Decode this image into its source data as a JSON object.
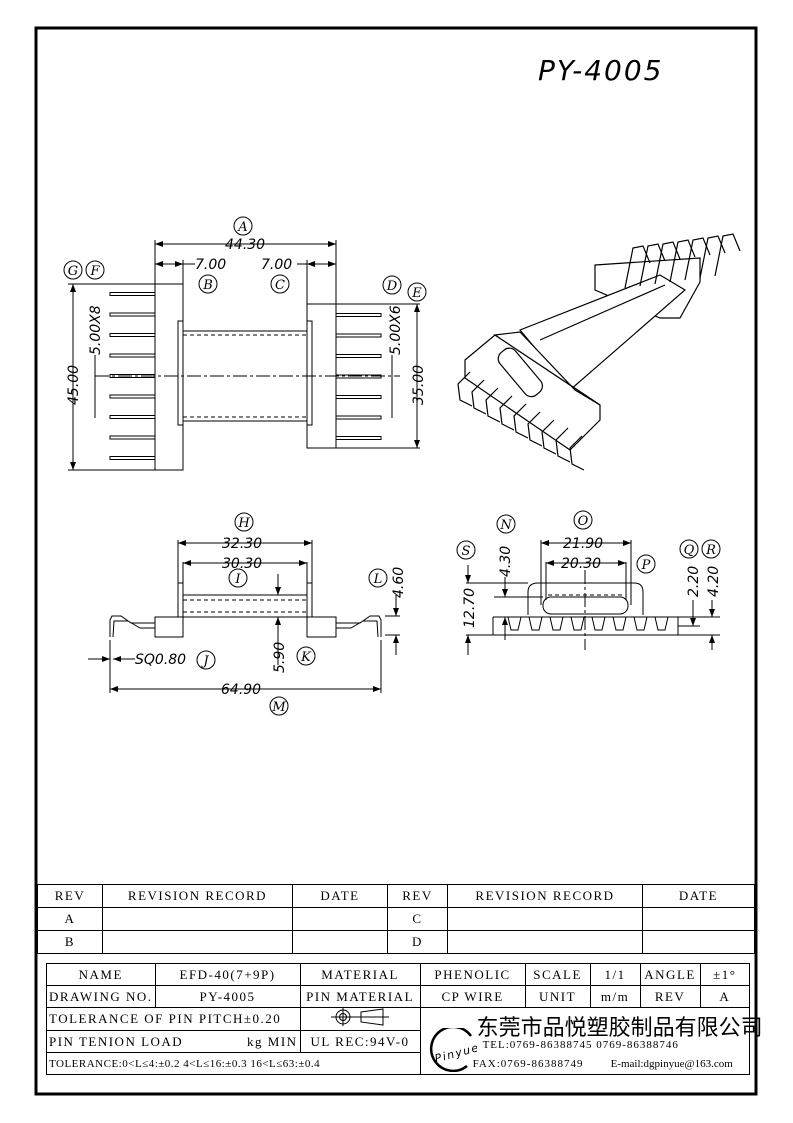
{
  "drawing_title": "PY-4005",
  "top_view": {
    "A": "A",
    "dim_A": "44.30",
    "B": "B",
    "dim_B": "7.00",
    "C": "C",
    "dim_C": "7.00",
    "D": "D",
    "E": "E",
    "F": "F",
    "G": "G",
    "dim_F": "5.00X8",
    "dim_G": "45.00",
    "dim_D": "5.00X6",
    "dim_E": "35.00"
  },
  "side_view": {
    "H": "H",
    "dim_H": "32.30",
    "I": "I",
    "dim_I": "30.30",
    "J": "J",
    "dim_J": "SQ0.80",
    "K": "K",
    "dim_K": "5.90",
    "L": "L",
    "dim_L": "4.60",
    "M": "M",
    "dim_M": "64.90"
  },
  "end_view": {
    "N": "N",
    "dim_N": "4.30",
    "O": "O",
    "dim_O": "21.90",
    "P": "P",
    "dim_P": "20.30",
    "Q": "Q",
    "dim_Q": "2.20",
    "R": "R",
    "dim_R": "4.20",
    "S": "S",
    "dim_S": "12.70"
  },
  "revision_table": {
    "headers": [
      "REV",
      "REVISION RECORD",
      "DATE",
      "REV",
      "REVISION RECORD",
      "DATE"
    ],
    "rows": [
      [
        "A",
        "",
        "",
        "C",
        "",
        ""
      ],
      [
        "B",
        "",
        "",
        "D",
        "",
        ""
      ]
    ]
  },
  "title_block": {
    "name_label": "NAME",
    "name": "EFD-40(7+9P)",
    "material_label": "MATERIAL",
    "material": "PHENOLIC",
    "scale_label": "SCALE",
    "scale": "1/1",
    "angle_label": "ANGLE",
    "angle": "±1°",
    "drawing_no_label": "DRAWING NO.",
    "drawing_no": "PY-4005",
    "pin_material_label": "PIN MATERIAL",
    "pin_material": "CP WIRE",
    "unit_label": "UNIT",
    "unit": "m/m",
    "rev_label": "REV",
    "rev": "A",
    "pin_pitch_tol": "TOLERANCE OF PIN PITCH±0.20",
    "pin_tension": "PIN TENION LOAD",
    "pin_tension_unit": "kg MIN",
    "ul": "UL REC:94V-0",
    "tolerance": "TOLERANCE:0<L≤4:±0.2  4<L≤16:±0.3  16<L≤63:±0.4",
    "company": "东莞市品悦塑胶制品有限公司",
    "logo": "Pinyue",
    "tel": "TEL:0769-86388745    0769-86388746",
    "fax": "FAX:0769-86388749",
    "email": "E-mail:dgpinyue@163.com"
  }
}
